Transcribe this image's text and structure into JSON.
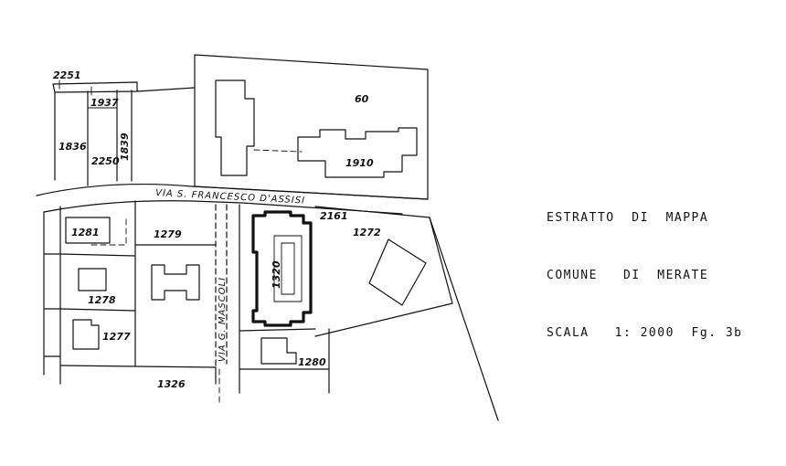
{
  "legend": {
    "line1": "ESTRATTO  DI  MAPPA",
    "line2": "COMUNE   DI  MERATE",
    "line3": "SCALA   1: 2000  Fg. 3b"
  },
  "streets": {
    "main": "VIA  S. FRANCESCO  D'ASSISI",
    "side": "VIA  G. MASCOLI"
  },
  "parcels": {
    "p2251": "2251",
    "p1937": "1937",
    "p1836": "1836",
    "p2250": "2250",
    "p1839": "1839",
    "p60": "60",
    "p1910": "1910",
    "p2161": "2161",
    "p1272": "1272",
    "p1281": "1281",
    "p1279": "1279",
    "p1320": "1320",
    "p1278": "1278",
    "p1277": "1277",
    "p1280": "1280",
    "p1326": "1326"
  }
}
